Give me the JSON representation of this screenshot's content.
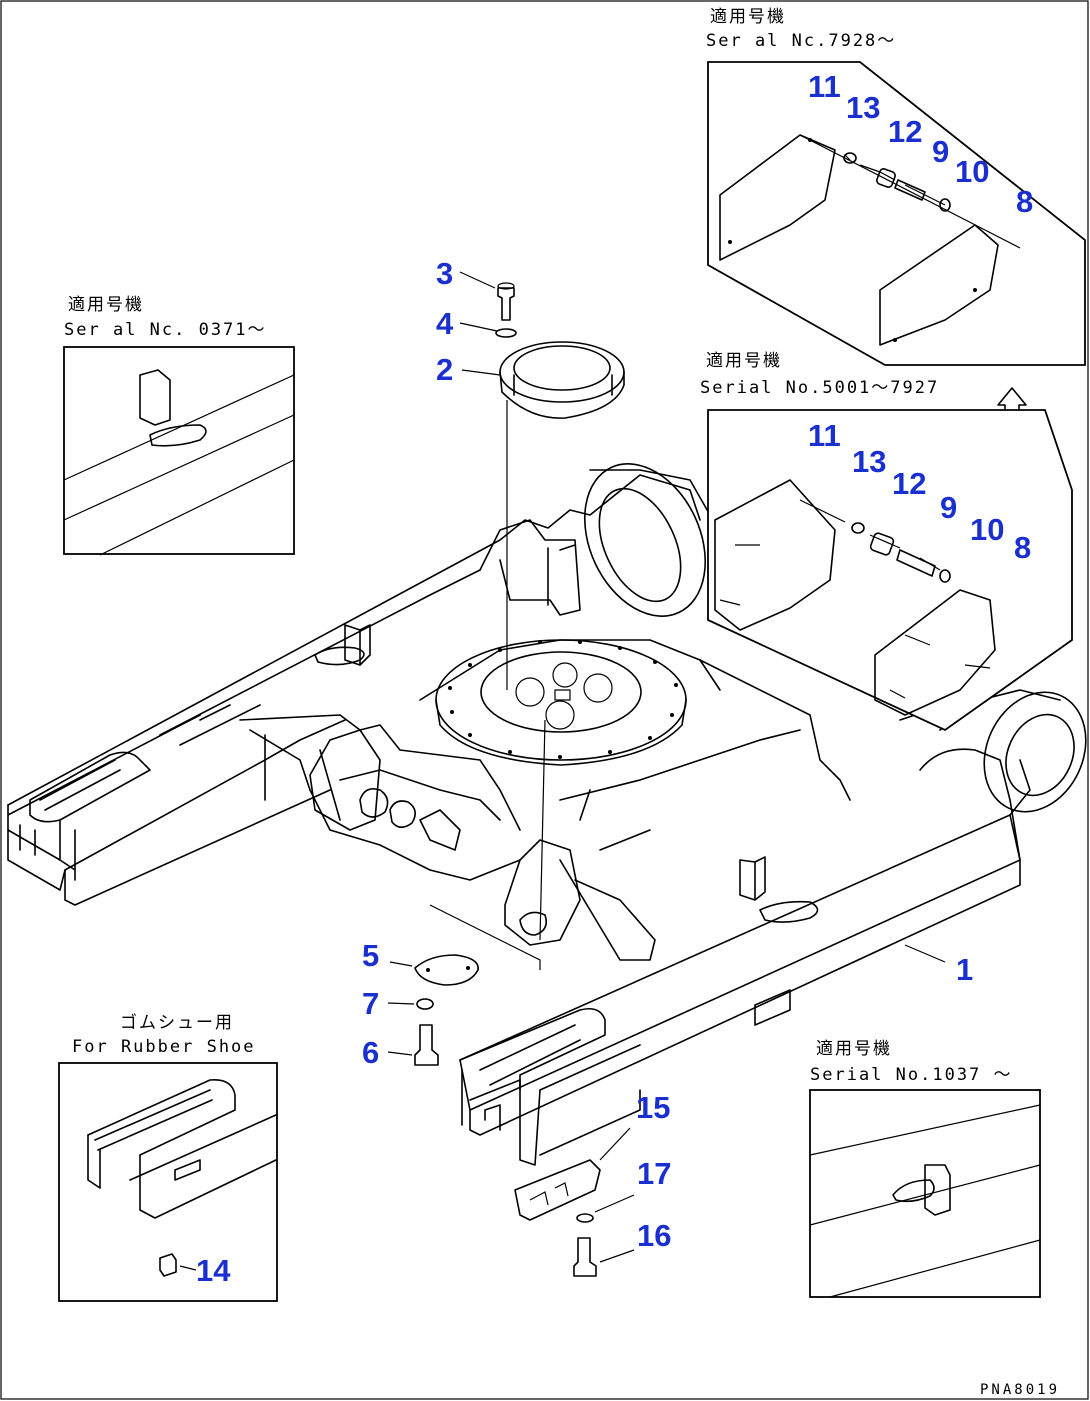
{
  "captions": {
    "top_right_title": "適用号機",
    "top_right_serial": "Ser al Nc.7928〜",
    "mid_right_title": "適用号機",
    "mid_right_serial": "Serial No.5001〜7927",
    "left_title": "適用号機",
    "left_serial": "Ser al Nc. 0371〜",
    "rubber_title": "ゴムシュー用",
    "rubber_subtitle": "For Rubber Shoe",
    "bottom_right_title": "適用号機",
    "bottom_right_serial": "Serial No.1037 〜"
  },
  "callouts": {
    "c1": "1",
    "c2": "2",
    "c3": "3",
    "c4": "4",
    "c5": "5",
    "c6": "6",
    "c7": "7",
    "c14": "14",
    "c15": "15",
    "c16": "16",
    "c17": "17",
    "tr_11": "11",
    "tr_13": "13",
    "tr_12": "12",
    "tr_9": "9",
    "tr_10": "10",
    "tr_8": "8",
    "mr_11": "11",
    "mr_13": "13",
    "mr_12": "12",
    "mr_9": "9",
    "mr_10": "10",
    "mr_8": "8"
  },
  "drawing_code": "PNA8019",
  "colors": {
    "callout": "#1a2fd0",
    "line": "#000000",
    "background": "#ffffff"
  }
}
